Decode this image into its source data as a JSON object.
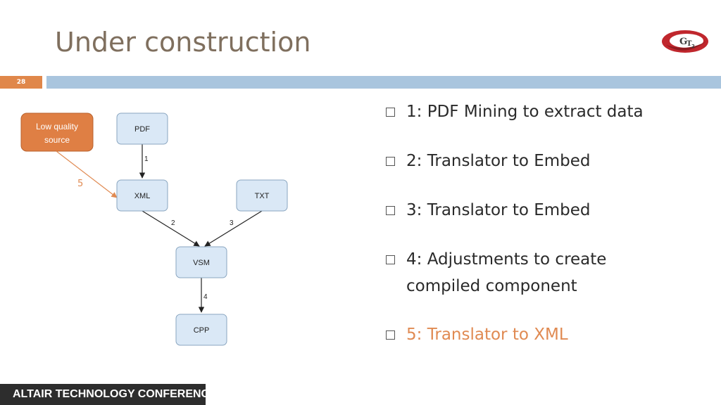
{
  "slide": {
    "title": "Under construction",
    "page_number": "28"
  },
  "diagram": {
    "source_label_line1": "Low quality",
    "source_label_line2": "source",
    "nodes": {
      "pdf": "PDF",
      "xml": "XML",
      "txt": "TXT",
      "vsm": "VSM",
      "cpp": "CPP"
    },
    "edges": {
      "e1": "1",
      "e2": "2",
      "e3": "3",
      "e4": "4",
      "e5": "5"
    }
  },
  "bullets": [
    {
      "text": "1: PDF Mining to extract data"
    },
    {
      "text": "2: Translator to Embed"
    },
    {
      "text": "3: Translator to Embed"
    },
    {
      "text_line1": "4: Adjustments to create",
      "text_line2": "compiled component"
    },
    {
      "text": "5: Translator to XML",
      "highlight": true
    }
  ],
  "footer": {
    "text": "ALTAIR TECHNOLOGY CONFERENCE"
  },
  "colors": {
    "title": "#7f6f5e",
    "accent_orange": "#e0874a",
    "bar_blue": "#a9c5de",
    "node_fill": "#dae8f6"
  }
}
